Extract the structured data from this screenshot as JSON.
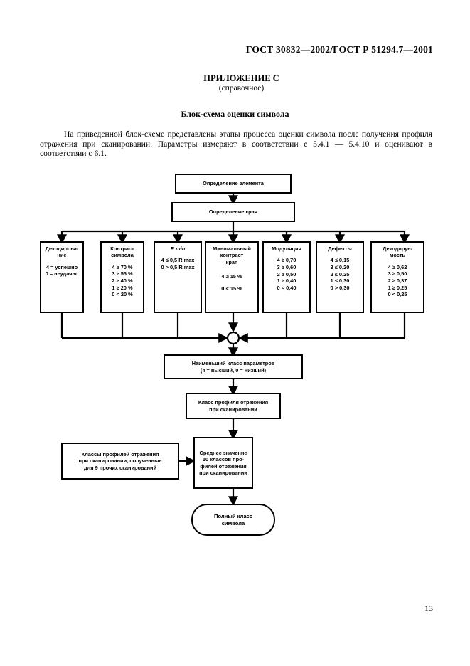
{
  "header": {
    "standard": "ГОСТ 30832—2002/ГОСТ Р 51294.7—2001",
    "page_number": "13"
  },
  "annex": {
    "title": "ПРИЛОЖЕНИЕ С",
    "subtitle": "(справочное)"
  },
  "section": {
    "title": "Блок-схема оценки символа",
    "paragraph": "На приведенной блок-схеме представлены этапы процесса оценки символа после получения профиля отражения при сканировании. Параметры измеряют в соответствии с 5.4.1 — 5.4.10 и оценивают в соответствии с 6.1."
  },
  "chart_data": {
    "type": "flowchart",
    "title": "Блок-схема оценки символа",
    "nodes": {
      "element": {
        "label": "Определение элемента"
      },
      "edge": {
        "label": "Определение края"
      },
      "decoding": {
        "header_line1": "Декодирова-",
        "header_line2": "ние",
        "values": [
          "4 = успешно",
          "0 = неудачно"
        ]
      },
      "symbol_contrast": {
        "header_line1": "Контраст",
        "header_line2": "символа",
        "values": [
          "4 ≥ 70 %",
          "3 ≥ 55 %",
          "2 ≥ 40 %",
          "1 ≥ 20 %",
          "0 < 20 %"
        ]
      },
      "rmin": {
        "header_line1": "R min",
        "header_line2": "",
        "values": [
          "4 ≤ 0,5 R max",
          "0 > 0,5 R max"
        ]
      },
      "min_edge_contrast": {
        "header_line1": "Минимальный",
        "header_line2": "контраст",
        "header_line3": "края",
        "values": [
          "4 ≥ 15 %",
          "0 < 15 %"
        ]
      },
      "modulation": {
        "header_line1": "Модуляция",
        "header_line2": "",
        "values": [
          "4 ≥ 0,70",
          "3 ≥ 0,60",
          "2 ≥ 0,50",
          "1 ≥ 0,40",
          "0 < 0,40"
        ]
      },
      "defects": {
        "header_line1": "Дефекты",
        "header_line2": "",
        "values": [
          "4 ≤ 0,15",
          "3 ≤ 0,20",
          "2 ≤ 0,25",
          "1 ≤ 0,30",
          "0 > 0,30"
        ]
      },
      "decodability": {
        "header_line1": "Декодируе-",
        "header_line2": "мость",
        "values": [
          "4 ≥ 0,62",
          "3 ≥ 0,50",
          "2 ≥ 0,37",
          "1 ≥ 0,25",
          "0 < 0,25"
        ]
      },
      "lowest_class": {
        "line1": "Наименьший класс параметров",
        "line2": "(4  = высший, 0 = низший)"
      },
      "scan_profile_class": {
        "line1": "Класс профиля отражения",
        "line2": "при сканировании"
      },
      "other_scans": {
        "line1": "Классы профилей отражения",
        "line2": "при сканировании, полученные",
        "line3": "для 9 прочих сканирований"
      },
      "average": {
        "line1": "Среднее значение",
        "line2": "10 классов про-",
        "line3": "филей отражения",
        "line4": "при сканировании"
      },
      "full_class": {
        "line1": "Полный класс",
        "line2": "символа"
      }
    }
  }
}
